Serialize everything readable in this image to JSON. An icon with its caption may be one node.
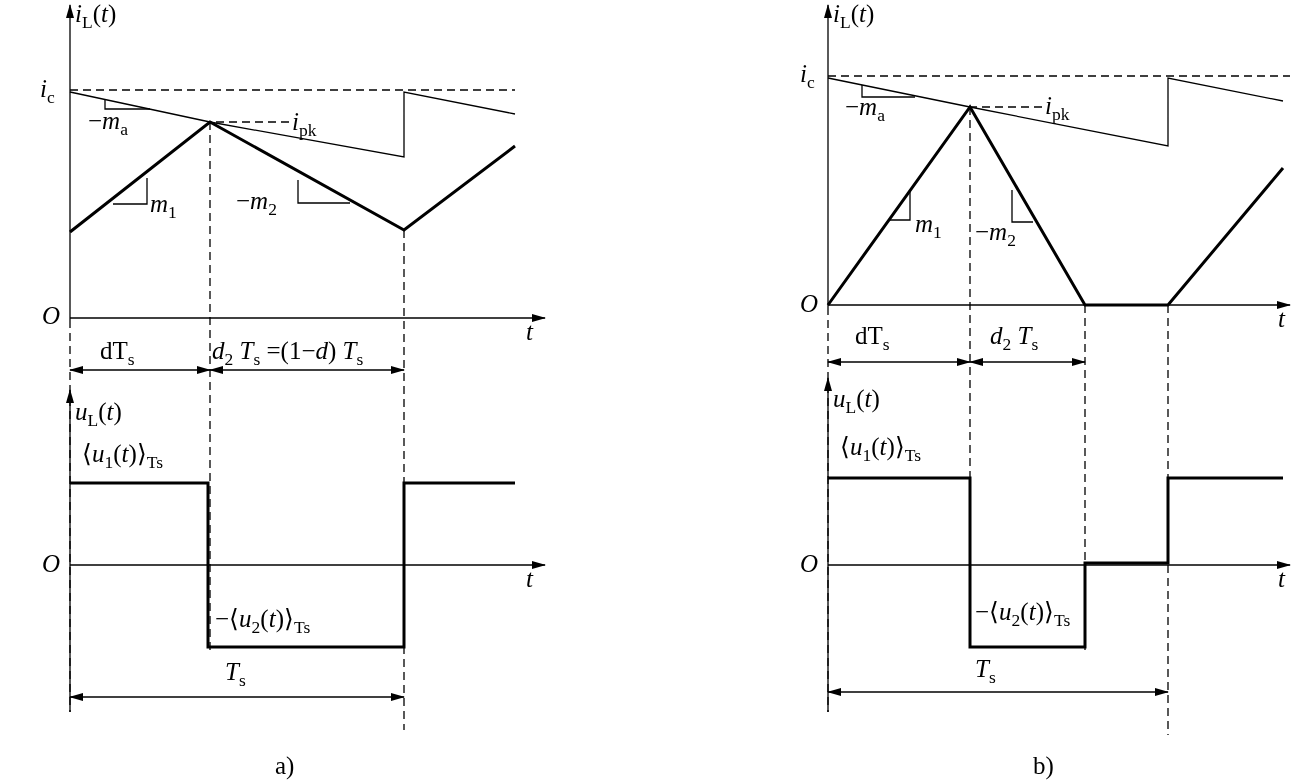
{
  "diagram": {
    "nodes": [
      {
        "text": [
          "*i*$_{pk}$"
        ]
      },
      {
        "text": [
          "*i*$_{pk}$"
        ]
      }
    ],
    "edges": [
      {
        "from": 0,
        "to": null,
        "arrow": "none",
        "style": "dashed"
      },
      {
        "from": 1,
        "to": null,
        "arrow": "none",
        "style": "dashed"
      }
    ],
    "labels": [
      "*i*$_{L}$(*t*)",
      "*i*$_{c}$",
      "−*m*$_{a}$",
      "*m*$_{1}$",
      "−*m*$_{2}$",
      "*O*",
      "*t*",
      "dT$_{s}$",
      "*d*$_{2}$ *T*$_{s}$ =(1−*d*) *T*$_{s}$",
      "*u*$_{L}$(*t*)",
      "⟨*u*$_{1}$(*t*)⟩$_{Ts}$",
      "*O*",
      "*t*",
      "−⟨*u*$_{2}$(*t*)⟩$_{Ts}$",
      "*T*$_{s}$",
      "a)",
      "*i*$_{L}$(*t*)",
      "*i*$_{c}$",
      "−*m*$_{a}$",
      "*m*$_{1}$",
      "−*m*$_{2}$",
      "*O*",
      "*t*",
      "dT$_{s}$",
      "*d*$_{2}$ *T*$_{s}$",
      "*u*$_{L}$(*t*)",
      "⟨*u*$_{1}$(*t*)⟩$_{Ts}$",
      "*O*",
      "*t*",
      "−⟨*u*$_{2}$(*t*)⟩$_{Ts}$",
      "*T*$_{s}$",
      "b)"
    ]
  }
}
